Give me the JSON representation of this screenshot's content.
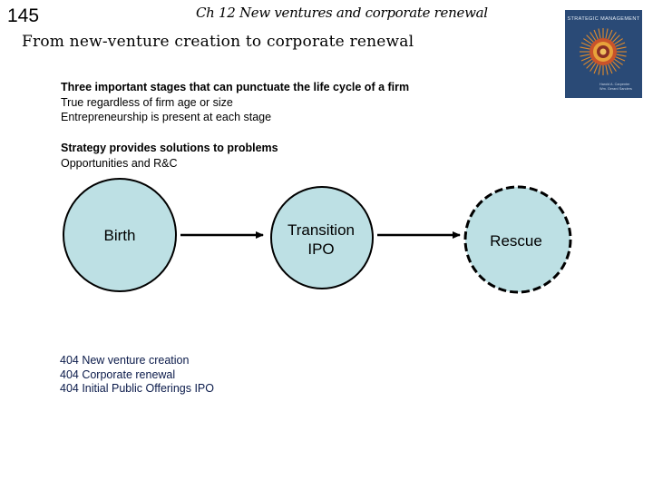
{
  "header": {
    "page_number": "145",
    "chapter": "Ch 12   New ventures and corporate renewal",
    "title": "From new-venture creation to corporate renewal"
  },
  "book_cover": {
    "title": "STRATEGIC MANAGEMENT",
    "authors": [
      "Harold A. Carpenter",
      "Wm. Gerard Sanders"
    ],
    "colors": {
      "background": "#2a4a76",
      "emblem": "#e08a2c"
    }
  },
  "bullets": [
    {
      "heading": "Three important stages that can punctuate the life cycle of a firm",
      "items": [
        "True regardless of firm age or size",
        "Entrepreneurship is present at each stage"
      ]
    },
    {
      "heading": "Strategy provides solutions to problems",
      "items": [
        "Opportunities and R&C"
      ]
    }
  ],
  "diagram": {
    "nodes": [
      {
        "id": "birth",
        "lines": [
          "Birth"
        ],
        "border": "solid"
      },
      {
        "id": "transition",
        "lines": [
          "Transition",
          "IPO"
        ],
        "border": "solid"
      },
      {
        "id": "rescue",
        "lines": [
          "Rescue"
        ],
        "border": "dashed"
      }
    ],
    "colors": {
      "fill": "#bde0e4",
      "stroke": "#000000"
    }
  },
  "references": [
    "404 New venture creation",
    "404 Corporate renewal",
    "404 Initial Public Offerings IPO"
  ]
}
